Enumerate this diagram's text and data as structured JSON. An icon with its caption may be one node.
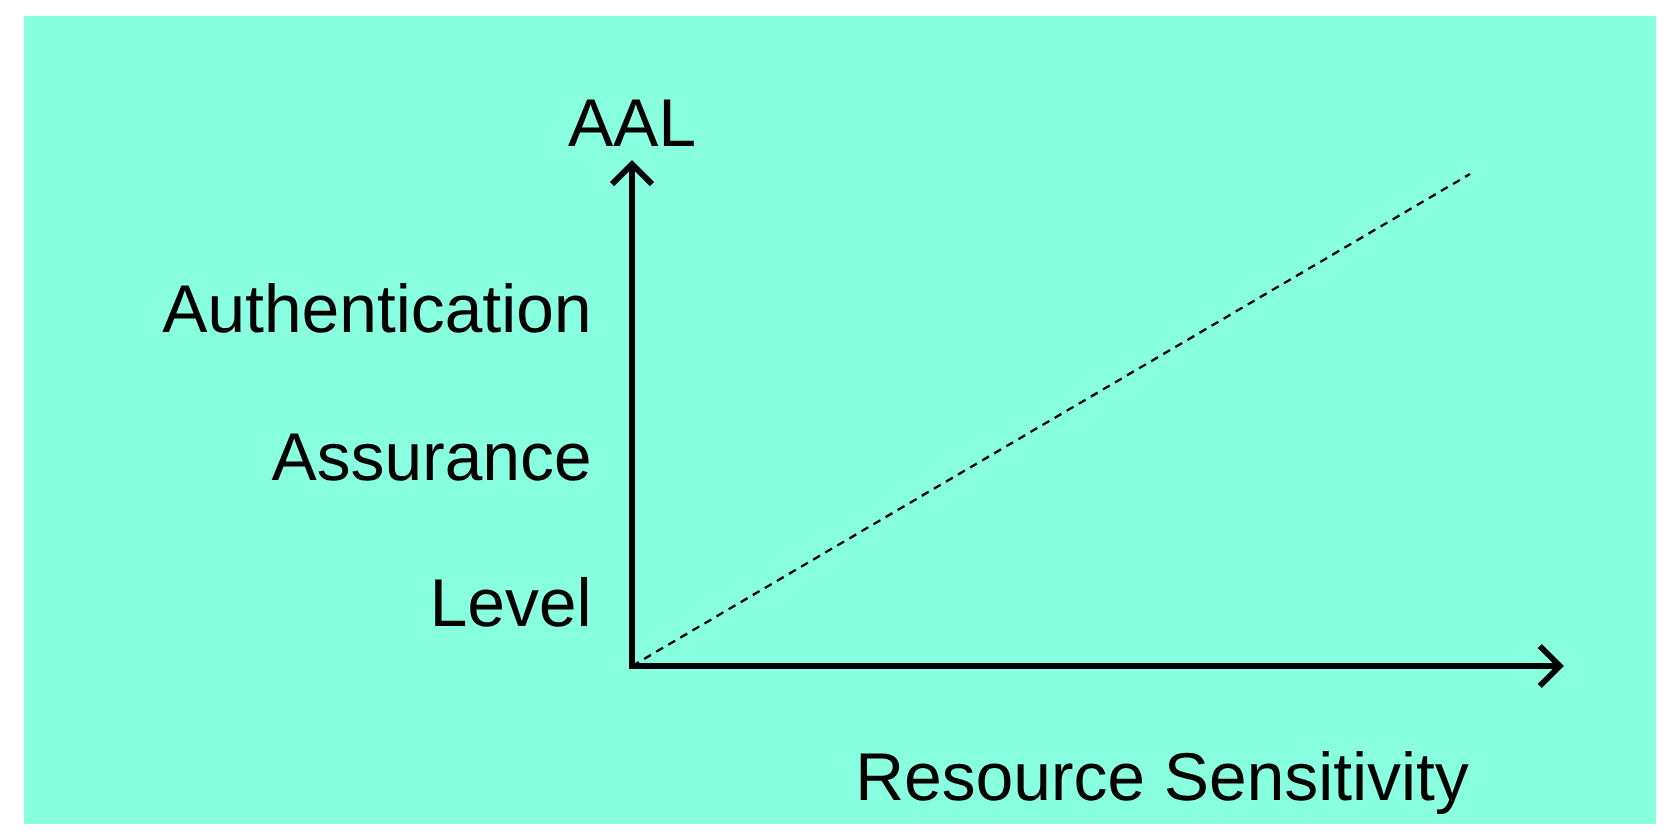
{
  "diagram": {
    "labels": [
      "AAL",
      "Authentication",
      "Assurance",
      "Level",
      "Resource Sensitivity"
    ]
  }
}
